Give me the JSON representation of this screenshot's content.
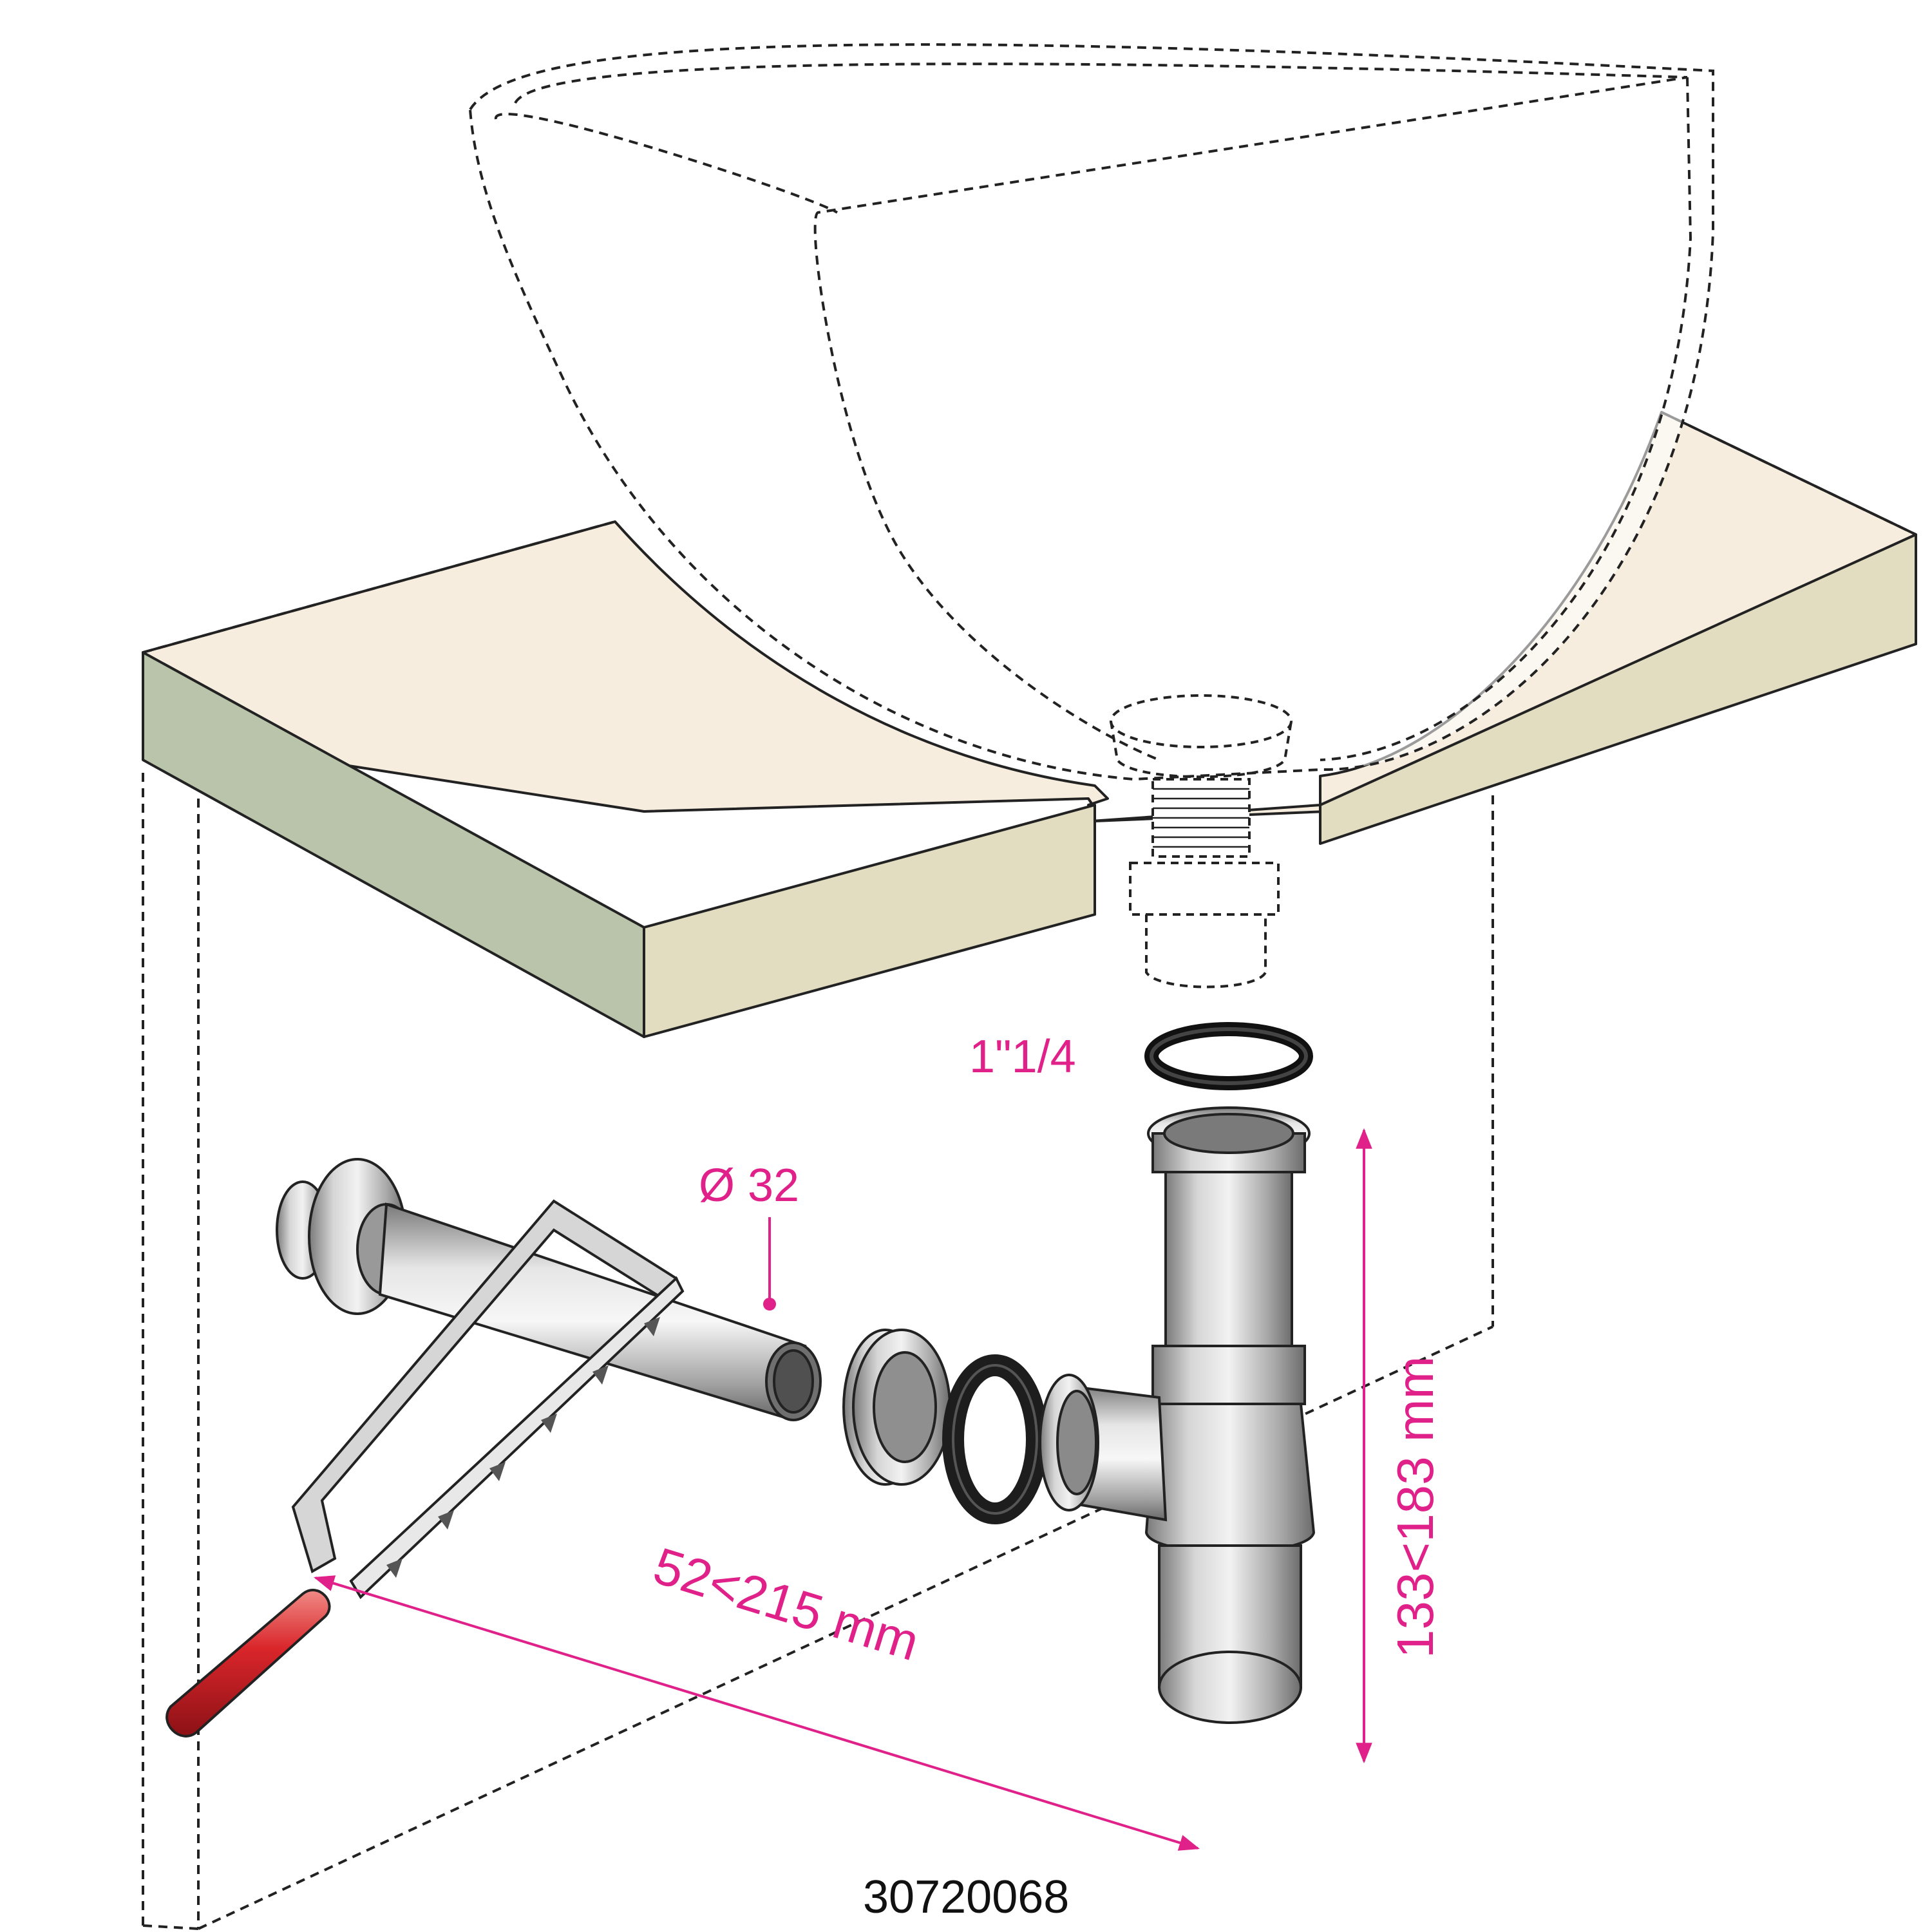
{
  "labels": {
    "thread_size": "1\"1/4",
    "pipe_diameter": "Ø 32",
    "horizontal_range": "52<215 mm",
    "vertical_range": "133<183 mm",
    "product_code": "30720068"
  },
  "colors": {
    "annotation": "#e0218a",
    "countertop_top": "#f6eddf",
    "countertop_front": "#b9c4aa",
    "countertop_side": "#e2dcc1",
    "saw_handle": "#d9262b",
    "metal": "#c7c7c7",
    "gasket": "#3a3a3a"
  },
  "icons": {
    "bowl": "vessel-sink-bowl",
    "drain": "pop-up-drain",
    "trap": "bottle-trap",
    "tool": "hacksaw"
  }
}
